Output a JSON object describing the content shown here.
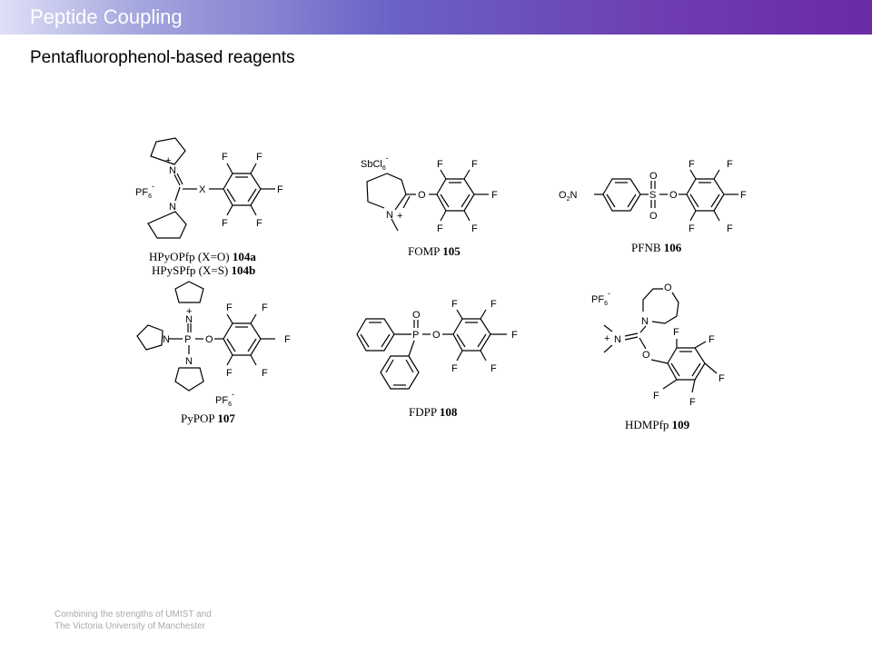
{
  "header": {
    "title": "Peptide Coupling"
  },
  "subtitle": "Pentafluorophenol-based reagents",
  "footer": {
    "line1": "Combining the strengths of UMIST and",
    "line2": "The Victoria University of Manchester"
  },
  "compounds": [
    {
      "name": "HPyOPfp (X=O)",
      "number": "104a",
      "name2": "HPySPfp (X=S)",
      "number2": "104b"
    },
    {
      "name": "FOMP",
      "number": "105"
    },
    {
      "name": "PFNB",
      "number": "106"
    },
    {
      "name": "PyPOP",
      "number": "107"
    },
    {
      "name": "FDPP",
      "number": "108"
    },
    {
      "name": "HDMPfp",
      "number": "109"
    }
  ],
  "atoms": {
    "F": "F",
    "O": "O",
    "N": "N",
    "P": "P",
    "S": "S",
    "X": "X",
    "plus": "+",
    "minus": "-",
    "PF": "PF",
    "six": "6",
    "SbCl": "SbCl",
    "O2N": "O",
    "two": "2",
    "N2": "N"
  }
}
